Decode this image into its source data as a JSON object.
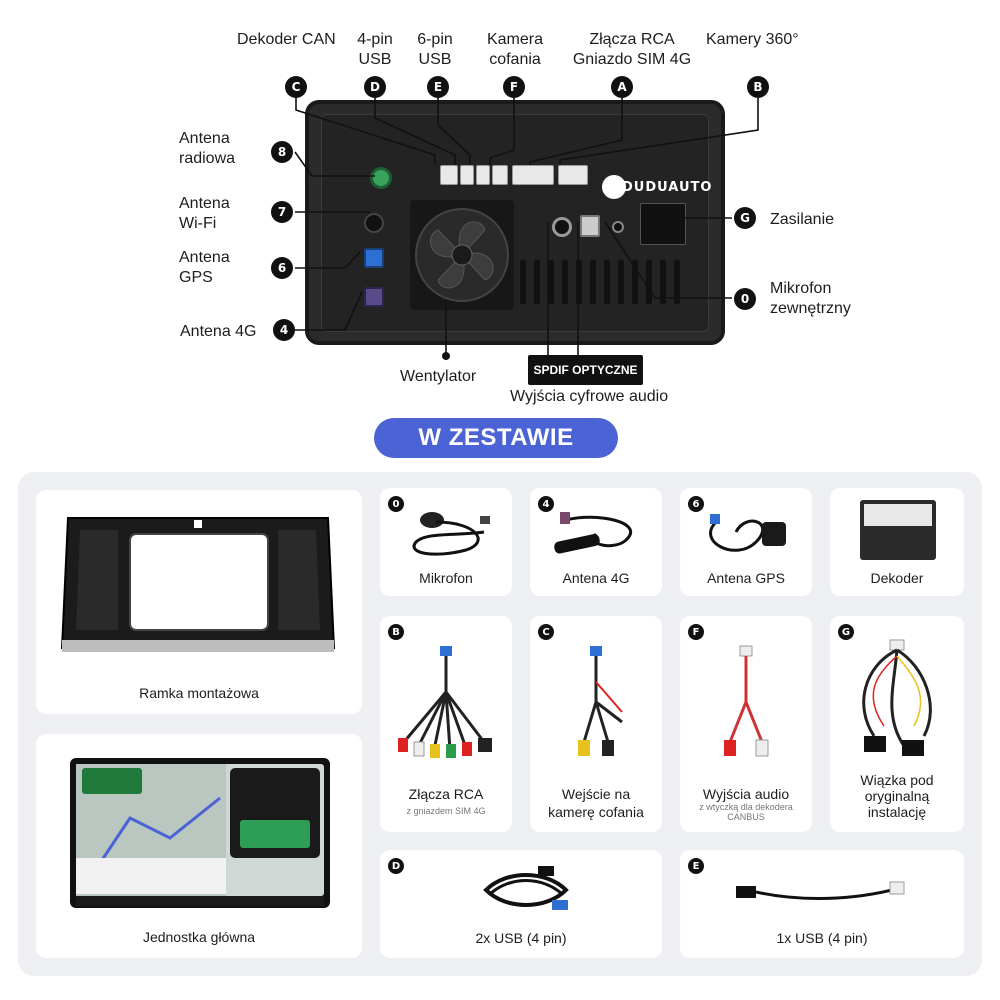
{
  "diagram": {
    "labels": {
      "dekoder_can": "Dekoder CAN",
      "usb4_line1": "4-pin",
      "usb4_line2": "USB",
      "usb6_line1": "6-pin",
      "usb6_line2": "USB",
      "kamera_line1": "Kamera",
      "kamera_line2": "cofania",
      "rca_line1": "Złącza RCA",
      "rca_line2": "Gniazdo SIM 4G",
      "kamery360": "Kamery 360°",
      "antena_radiowa_line1": "Antena",
      "antena_radiowa_line2": "radiowa",
      "antena_wifi_line1": "Antena",
      "antena_wifi_line2": "Wi-Fi",
      "antena_gps_line1": "Antena",
      "antena_gps_line2": "GPS",
      "antena_4g": "Antena 4G",
      "zasilanie": "Zasilanie",
      "mikrofon_line1": "Mikrofon",
      "mikrofon_line2": "zewnętrzny",
      "wentylator": "Wentylator",
      "spdif": "SPDIF OPTYCZNE",
      "wyjscia_cyfrowe": "Wyjścia cyfrowe audio",
      "brand": "DUDUAUTO"
    },
    "badges": {
      "c": "C",
      "d": "D",
      "e": "E",
      "f": "F",
      "a": "A",
      "b": "B",
      "n8": "8",
      "n7": "7",
      "n6": "6",
      "n4": "4",
      "g": "G",
      "n0": "0"
    }
  },
  "section": {
    "title": "W ZESTAWIE"
  },
  "kit": {
    "ramka": {
      "label": "Ramka montażowa"
    },
    "jednostka": {
      "label": "Jednostka główna"
    },
    "mikrofon": {
      "badge": "0",
      "label": "Mikrofon"
    },
    "antena4g": {
      "badge": "4",
      "label": "Antena 4G"
    },
    "antenagps": {
      "badge": "6",
      "label": "Antena GPS"
    },
    "dekoder": {
      "label": "Dekoder"
    },
    "rca": {
      "badge": "B",
      "label": "Złącza RCA",
      "sub": "z gniazdem SIM 4G"
    },
    "kamera": {
      "badge": "C",
      "label_line1": "Wejście na",
      "label_line2": "kamerę cofania"
    },
    "audio": {
      "badge": "F",
      "label": "Wyjścia audio",
      "sub_line1": "z wtyczką dla dekodera",
      "sub_line2": "CANBUS"
    },
    "wiazka": {
      "badge": "G",
      "label_line1": "Wiązka pod",
      "label_line2": "oryginalną",
      "label_line3": "instalację"
    },
    "usb2": {
      "badge": "D",
      "label": "2x USB (4 pin)"
    },
    "usb1": {
      "badge": "E",
      "label": "1x USB (4 pin)"
    }
  },
  "colors": {
    "accent": "#4b63d4",
    "panel": "#eeeff3",
    "badge": "#111111"
  }
}
